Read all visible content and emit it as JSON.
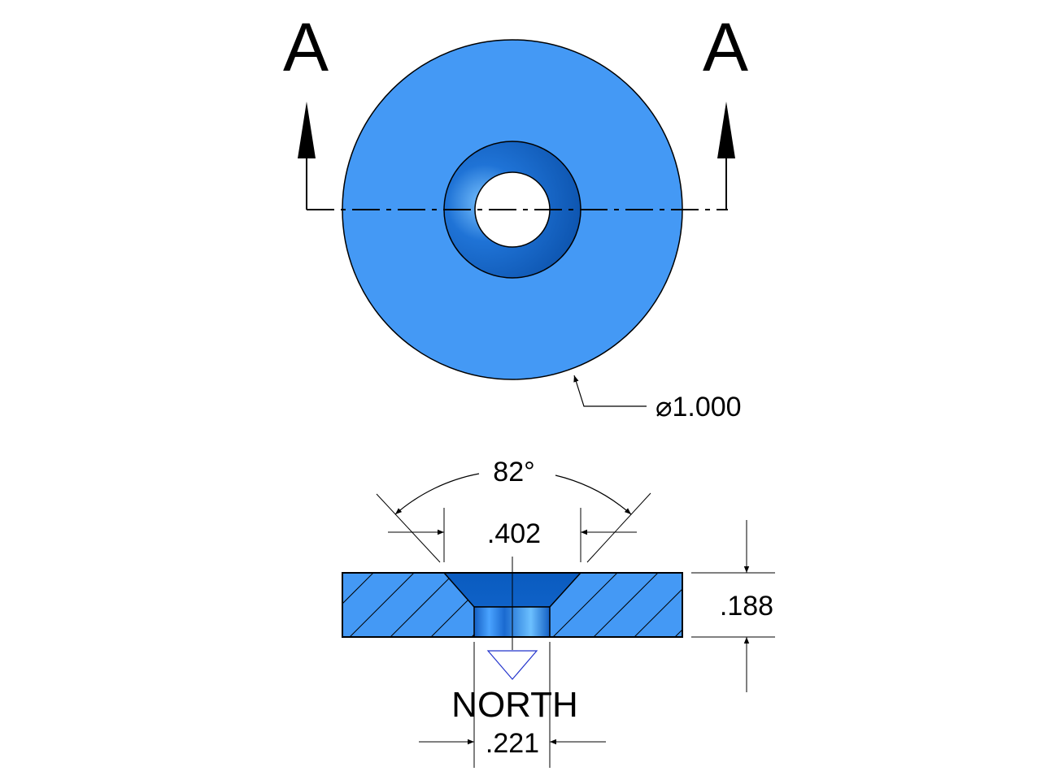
{
  "colors": {
    "part": "#4499f5",
    "countersink": "#0a5bbf",
    "line": "#000000",
    "north_marker": "#2233cc"
  },
  "top_view": {
    "section_label_left": "A",
    "section_label_right": "A",
    "diameter_label": "⌀1.000"
  },
  "section_view": {
    "angle_label": "82°",
    "countersink_diameter_label": ".402",
    "thickness_label": ".188",
    "hole_diameter_label": ".221",
    "pole_label": "NORTH"
  }
}
